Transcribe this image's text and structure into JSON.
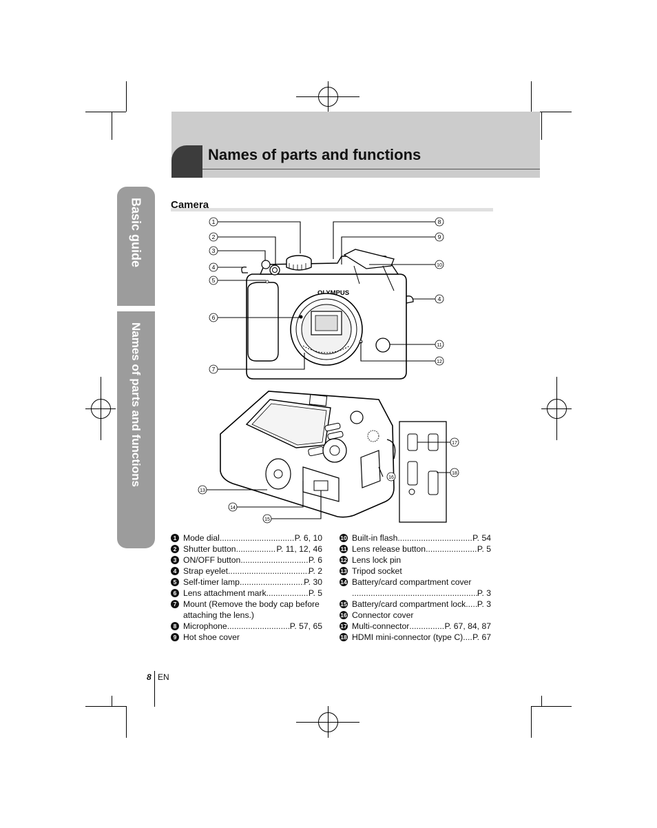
{
  "header": {
    "title": "Names of parts and functions"
  },
  "side_tabs": {
    "basic": "Basic guide",
    "names": "Names of parts and functions"
  },
  "section": {
    "title": "Camera"
  },
  "camera": {
    "brand": "OLYMPUS"
  },
  "callouts_front": [
    "1",
    "2",
    "3",
    "4",
    "5",
    "6",
    "7",
    "8",
    "9",
    "10",
    "4",
    "11",
    "12"
  ],
  "callouts_back": [
    "13",
    "14",
    "15",
    "16",
    "17",
    "18"
  ],
  "parts_left": [
    {
      "num": "1",
      "label": "Mode dial",
      "ref": "P. 6, 10"
    },
    {
      "num": "2",
      "label": "Shutter button ",
      "ref": "P. 11, 12, 46"
    },
    {
      "num": "3",
      "label": "ON/OFF button",
      "ref": "P. 6"
    },
    {
      "num": "4",
      "label": "Strap eyelet",
      "ref": "P. 2"
    },
    {
      "num": "5",
      "label": "Self-timer lamp",
      "ref": "P. 30"
    },
    {
      "num": "6",
      "label": "Lens attachment mark ",
      "ref": "P. 5"
    },
    {
      "num": "7",
      "label": "Mount (Remove the body cap before attaching the lens.)",
      "ref": ""
    },
    {
      "num": "8",
      "label": "Microphone ",
      "ref": "P. 57, 65"
    },
    {
      "num": "9",
      "label": "Hot shoe cover",
      "ref": ""
    }
  ],
  "parts_right": [
    {
      "num": "10",
      "label": "Built-in flash",
      "ref": "P. 54"
    },
    {
      "num": "11",
      "label": "Lens release button ",
      "ref": "P. 5"
    },
    {
      "num": "12",
      "label": "Lens lock pin",
      "ref": ""
    },
    {
      "num": "13",
      "label": "Tripod socket",
      "ref": ""
    },
    {
      "num": "14",
      "label": "Battery/card compartment cover",
      "ref": "P. 3"
    },
    {
      "num": "15",
      "label": "Battery/card compartment lock ",
      "ref": "P. 3"
    },
    {
      "num": "16",
      "label": "Connector cover",
      "ref": ""
    },
    {
      "num": "17",
      "label": "Multi-connector",
      "ref": "P. 67, 84, 87"
    },
    {
      "num": "18",
      "label": "HDMI mini-connector (type C)",
      "ref": "P. 67"
    }
  ],
  "footer": {
    "page_number": "8",
    "language": "EN"
  }
}
